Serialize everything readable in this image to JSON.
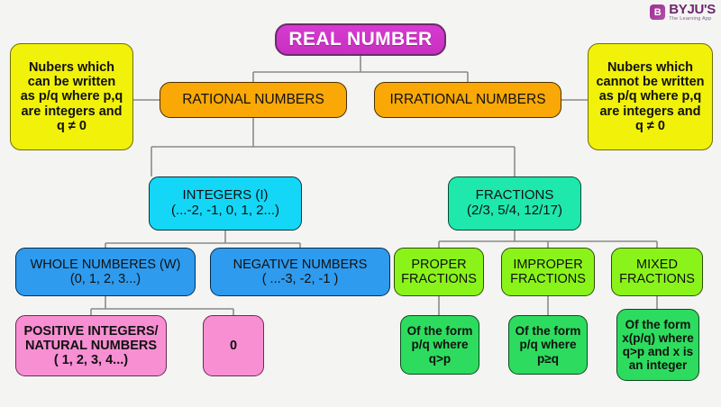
{
  "branding": {
    "logo_icon": "byjus-logo-icon",
    "brand_name": "BYJU'S",
    "tagline": "The Learning App",
    "mark_glyph": "B"
  },
  "colors": {
    "background": "#f4f4f2",
    "root": "#d13fd1",
    "yellow": "#f1f10a",
    "orange": "#f9a806",
    "cyan": "#14d7f7",
    "springgreen": "#1ee8ac",
    "blue": "#2e9bee",
    "pink": "#f78fd2",
    "chartreuse": "#8af41a",
    "green": "#2ddc5e",
    "connector": "#8a8a8a",
    "text_dark": "#111111",
    "text_light": "#ffffff"
  },
  "diagram": {
    "title": "REAL NUMBER",
    "nodes": {
      "root": {
        "lines": [
          "REAL NUMBER"
        ]
      },
      "rational_note": {
        "lines": [
          "Nubers which",
          "can be written",
          "as p/q where p,q",
          "are integers and",
          "q ≠ 0"
        ]
      },
      "irrational_note": {
        "lines": [
          "Nubers which",
          "cannot be written",
          "as p/q where p,q",
          "are integers and",
          "q ≠ 0"
        ]
      },
      "rational": {
        "lines": [
          "RATIONAL NUMBERS"
        ]
      },
      "irrational": {
        "lines": [
          "IRRATIONAL NUMBERS"
        ]
      },
      "integers": {
        "lines": [
          "INTEGERS (I)",
          "(...-2, -1, 0, 1, 2...)"
        ]
      },
      "fractions": {
        "lines": [
          "FRACTIONS",
          "(2/3, 5/4, 12/17)"
        ]
      },
      "whole_numbers": {
        "lines": [
          "WHOLE NUMBERES (W)",
          "(0, 1, 2, 3...)"
        ]
      },
      "negative_numbers": {
        "lines": [
          "NEGATIVE NUMBERS",
          "( ...-3, -2, -1 )"
        ]
      },
      "positive_integers": {
        "lines": [
          "POSITIVE INTEGERS/",
          "NATURAL NUMBERS",
          "( 1, 2, 3, 4...)"
        ]
      },
      "zero": {
        "lines": [
          "0"
        ]
      },
      "proper_fractions": {
        "lines": [
          "PROPER",
          "FRACTIONS"
        ]
      },
      "improper_fractions": {
        "lines": [
          "IMPROPER",
          "FRACTIONS"
        ]
      },
      "mixed_fractions": {
        "lines": [
          "MIXED",
          "FRACTIONS"
        ]
      },
      "proper_def": {
        "lines": [
          "Of the form",
          "p/q where",
          "q>p"
        ]
      },
      "improper_def": {
        "lines": [
          "Of the form",
          "p/q where",
          "p≥q"
        ]
      },
      "mixed_def": {
        "lines": [
          "Of the form",
          "x(p/q) where",
          "q>p and x is",
          "an integer"
        ]
      }
    }
  }
}
